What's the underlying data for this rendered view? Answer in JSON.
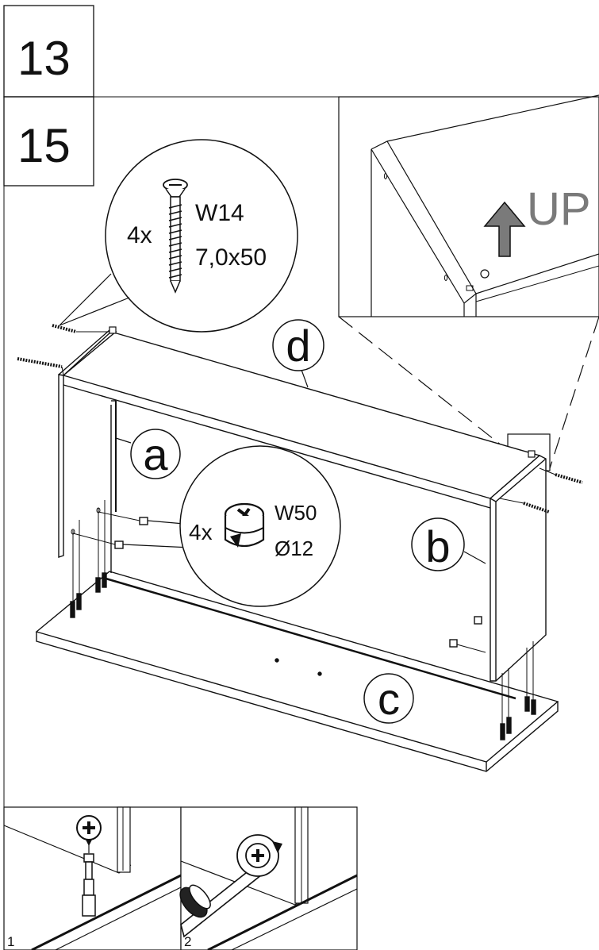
{
  "steps": {
    "a": "13",
    "b": "15"
  },
  "screw_callout": {
    "qty": "4x",
    "code": "W14",
    "size": "7,0x50"
  },
  "cam_callout": {
    "qty": "4x",
    "code": "W50",
    "size": "Ø12"
  },
  "part_labels": {
    "a": "a",
    "b": "b",
    "c": "c",
    "d": "d"
  },
  "detail": {
    "orientation": "UP"
  },
  "subpanels": {
    "first": "1",
    "second": "2"
  },
  "colors": {
    "line": "#111111",
    "arrow_fill": "#7a7a7a",
    "up_text": "#7a7a7a"
  }
}
